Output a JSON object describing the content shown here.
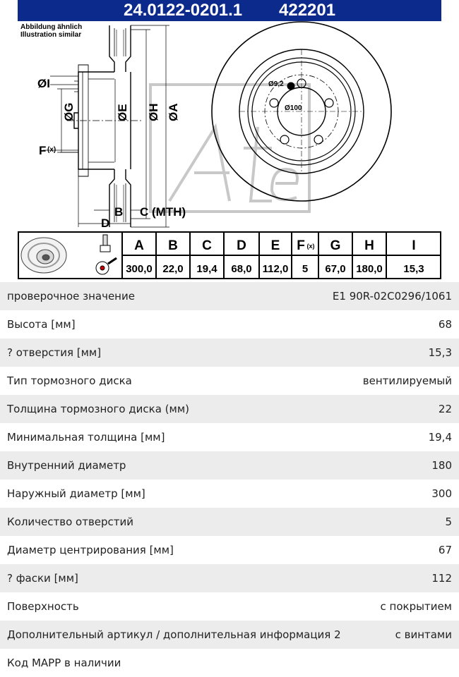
{
  "header": {
    "article_number": "24.0122-0201.1",
    "short_number": "422201"
  },
  "drawing": {
    "note_line1": "Abbildung ähnlich",
    "note_line2": "Illustration similar",
    "label_i": "ØI",
    "label_g": "ØG",
    "label_f": "F",
    "label_f_sub": "(x)",
    "label_e": "ØE",
    "label_h": "ØH",
    "label_a": "ØA",
    "label_b": "B",
    "label_c": "C (MTH)",
    "label_d": "D",
    "bolt_hole_label": "Ø9,2",
    "pcd_label": "Ø100"
  },
  "dimension_table": {
    "columns": [
      "A",
      "B",
      "C",
      "D",
      "E",
      "F",
      "G",
      "H",
      "I"
    ],
    "f_subscript": "(x)",
    "values": [
      "300,0",
      "22,0",
      "19,4",
      "68,0",
      "112,0",
      "5",
      "67,0",
      "180,0",
      "15,3"
    ]
  },
  "specs": [
    {
      "label": "проверочное значение",
      "value": "E1 90R-02C0296/1061"
    },
    {
      "label": "Высота [мм]",
      "value": "68"
    },
    {
      "label": "? отверстия [мм]",
      "value": "15,3"
    },
    {
      "label": "Тип тормозного диска",
      "value": "вентилируемый"
    },
    {
      "label": "Толщина тормозного диска (мм)",
      "value": "22"
    },
    {
      "label": "Минимальная толщина [мм]",
      "value": "19,4"
    },
    {
      "label": "Внутренний диаметр",
      "value": "180"
    },
    {
      "label": "Наружный диаметр [мм]",
      "value": "300"
    },
    {
      "label": "Количество отверстий",
      "value": "5"
    },
    {
      "label": "Диаметр центрирования [мм]",
      "value": "67"
    },
    {
      "label": "? фаски [мм]",
      "value": "112"
    },
    {
      "label": "Поверхность",
      "value": "с покрытием"
    },
    {
      "label": "Дополнительный артикул / дополнительная информация 2",
      "value": "с винтами"
    },
    {
      "label": "Код MAPP в наличии",
      "value": ""
    }
  ]
}
